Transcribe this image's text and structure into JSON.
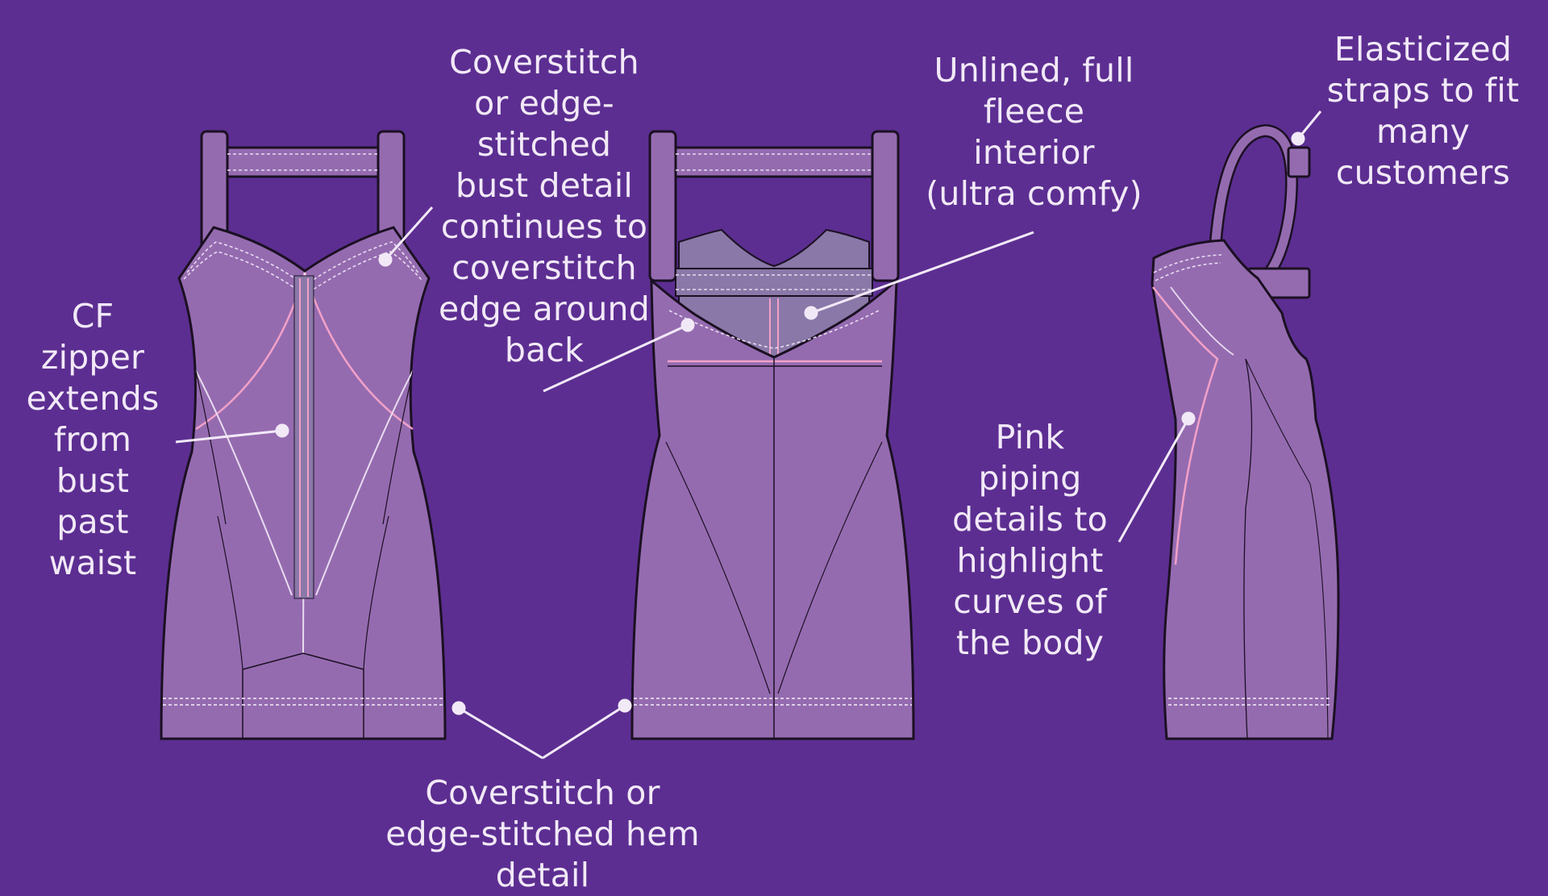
{
  "colors": {
    "background": "#5c2e91",
    "garment_fill": "#956bb0",
    "garment_inner": "#8a78a8",
    "outline": "#1b1022",
    "stitch": "#e8dcef",
    "piping": "#f2a1c8",
    "callout": "#f2e9f7"
  },
  "callouts": {
    "zipper": "CF\nzipper\nextends\nfrom\nbust\npast\nwaist",
    "bust_detail": "Coverstitch\nor edge-\nstitched\nbust detail\ncontinues to\ncoverstitch\nedge around\nback",
    "fleece": "Unlined, full\nfleece\ninterior\n(ultra comfy)",
    "straps": "Elasticized\nstraps to fit\nmany\ncustomers",
    "piping": "Pink\npiping\ndetails to\nhighlight\ncurves of\nthe body",
    "hem": "Coverstitch or\nedge-stitched hem\ndetail"
  },
  "views": [
    {
      "icon": "front-view-icon"
    },
    {
      "icon": "back-view-icon"
    },
    {
      "icon": "side-view-icon"
    }
  ]
}
